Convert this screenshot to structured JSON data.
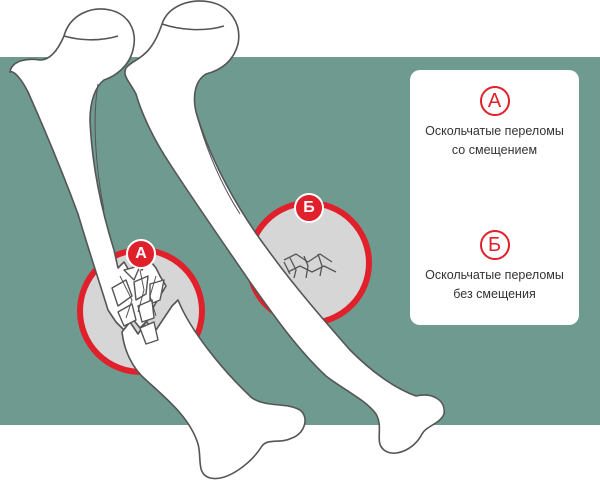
{
  "markers": {
    "a": "А",
    "b": "Б"
  },
  "legend": {
    "a": {
      "badge": "А",
      "line1": "Оскольчатые переломы",
      "line2": "со смещением"
    },
    "b": {
      "badge": "Б",
      "line1": "Оскольчатые переломы",
      "line2": "без смещения"
    }
  },
  "colors": {
    "panel": "#6e9a90",
    "bone_fill": "#ffffff",
    "bone_stroke": "#555555",
    "highlight_ring": "#e0202a",
    "highlight_fill": "#d6d6d6"
  }
}
